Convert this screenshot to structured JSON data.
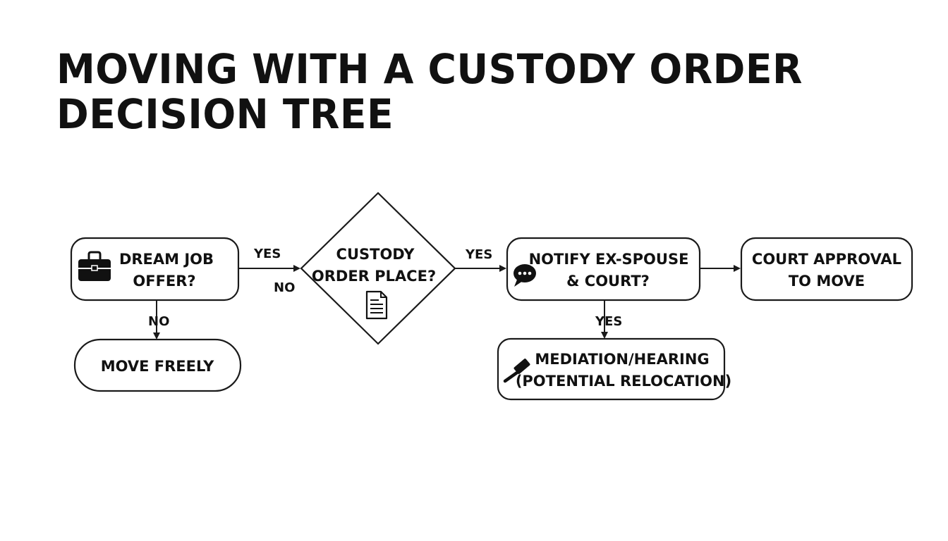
{
  "title": {
    "line1": "MOVING WITH A CUSTODY ORDER",
    "line2": "DECISION TREE"
  },
  "nodes": {
    "dream_job": {
      "line1": "DREAM JOB",
      "line2": "OFFER?",
      "icon": "briefcase-icon"
    },
    "custody_order": {
      "line1": "CUSTODY",
      "line2": "ORDER PLACE?",
      "icon": "document-icon"
    },
    "notify": {
      "line1": "NOTIFY EX-SPOUSE",
      "line2": "& COURT?",
      "icon": "speech-bubble-icon"
    },
    "court_approval": {
      "line1": "COURT APPROVAL",
      "line2": "TO MOVE"
    },
    "move_freely": {
      "label": "MOVE FREELY"
    },
    "mediation": {
      "line1": "MEDIATION/HEARING",
      "line2": "(POTENTIAL RELOCATION)",
      "icon": "gavel-icon"
    }
  },
  "edges": {
    "job_to_custody_yes": "YES",
    "job_to_custody_no": "NO",
    "job_to_move_freely": "NO",
    "custody_to_notify": "YES",
    "notify_to_mediation": "YES"
  }
}
